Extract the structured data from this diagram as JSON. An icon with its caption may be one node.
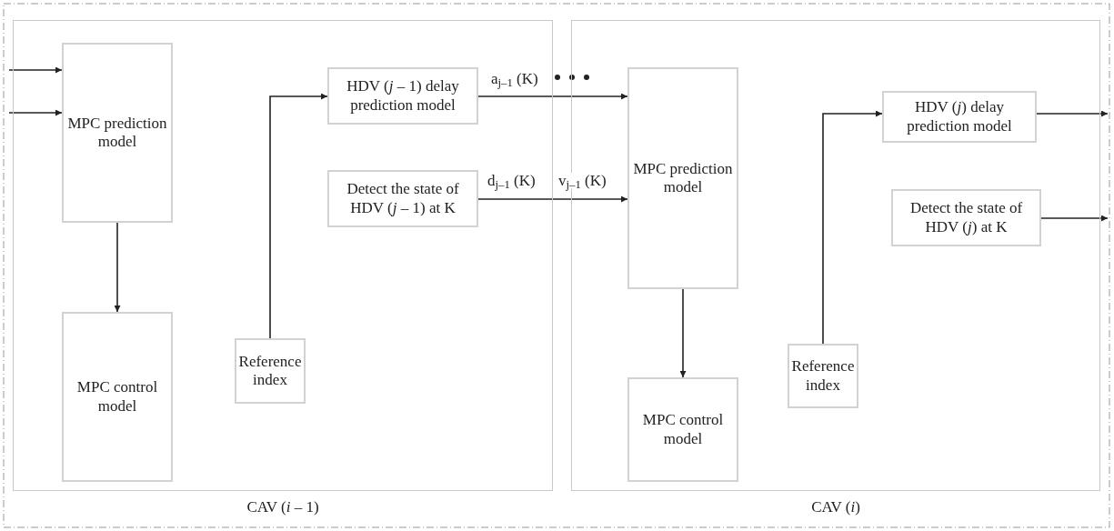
{
  "diagram": {
    "nodes": [
      {
        "text": [
          "CAV (*i* – 1)"
        ]
      },
      {
        "text": [
          "MPC prediction model"
        ],
        "in": 0
      },
      {
        "text": [
          "MPC control model"
        ],
        "in": 0
      },
      {
        "text": [
          "HDV (*j* – 1) delay prediction model"
        ],
        "in": 0
      },
      {
        "text": [
          "Detect the state of HDV (*j* – 1) at K"
        ],
        "in": 0
      },
      {
        "text": [
          "Reference index"
        ],
        "in": 0
      },
      {
        "text": [
          "CAV (*i*)"
        ]
      },
      {
        "text": [
          "MPC prediction model"
        ],
        "in": 6
      },
      {
        "text": [
          "MPC control model"
        ],
        "in": 6
      },
      {
        "text": [
          "HDV (*j*) delay prediction model"
        ],
        "in": 6
      },
      {
        "text": [
          "Detect the state of HDV (*j*) at K"
        ],
        "in": 6
      },
      {
        "text": [
          "Reference index"
        ],
        "in": 6
      }
    ],
    "edges": [
      {
        "from": null,
        "to": 1,
        "arrow": "to"
      },
      {
        "from": null,
        "to": 1,
        "arrow": "to"
      },
      {
        "from": 1,
        "to": 2,
        "arrow": "to"
      },
      {
        "from": 5,
        "to": 3,
        "arrow": "to"
      },
      {
        "from": 3,
        "to": 7,
        "arrow": "to",
        "label": "a$_{j–1}$ (K)"
      },
      {
        "from": 4,
        "to": 7,
        "arrow": "to",
        "label": "d$_{j–1}$ (K)"
      },
      {
        "from": 7,
        "to": 8,
        "arrow": "to"
      },
      {
        "from": 11,
        "to": 9,
        "arrow": "to"
      },
      {
        "from": 9,
        "to": null,
        "arrow": "to"
      },
      {
        "from": 10,
        "to": null,
        "arrow": "to"
      }
    ],
    "labels": [
      "v$_{j–1}$ (K)"
    ]
  }
}
